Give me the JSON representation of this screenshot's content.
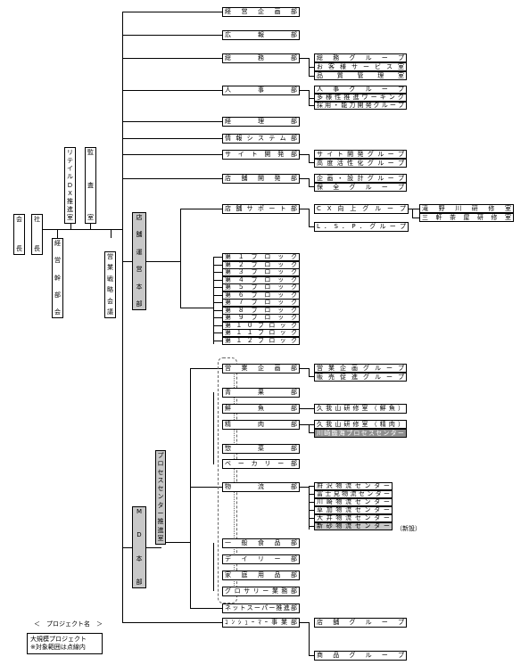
{
  "nodes": {
    "kaicho": "会長",
    "shacho": "社長",
    "retail_dx": "リテイルDX推進室",
    "kansa": "監査室",
    "keiei_kanbu": "経営幹部会",
    "eigyo_senryaku": "営業戦略会議",
    "tenpo_unei": "店舗運営本部",
    "md": "MD本部",
    "process_center": "プロセスセンター推進室",
    "keiei_kikaku": "経営企画部",
    "kouhou": "広報部",
    "soumu": "総務部",
    "soumu_group": "総務グループ",
    "okyakusama": "お客様サービス室",
    "hinshitsu": "品質管理室",
    "jinji": "人事部",
    "jinji_group": "人事グループ",
    "tayousei": "多様性推進ワーキング",
    "saiyou": "採用・能力開発グループ",
    "keiri": "経理部",
    "jouhou": "情報システム部",
    "site_kaihatsu": "サイト開発部",
    "site_group": "サイト開発グループ",
    "koudo": "高度活性化グループ",
    "tenpo_kaihatsu": "店舗開発部",
    "kikaku_sekkei": "企画・設計グループ",
    "hozen": "保全グループ",
    "tenpo_support": "店舗サポート部",
    "cx": "CX向上グループ",
    "lsp": "L．S．P．グループ",
    "takino": "滝野川研修室",
    "sangenjaya": "三軒茶屋研修室",
    "block": [
      "第１ブロック",
      "第２ブロック",
      "第３ブロック",
      "第４ブロック",
      "第５ブロック",
      "第６ブロック",
      "第７ブロック",
      "第８ブロック",
      "第９ブロック",
      "第１０ブロック",
      "第１１ブロック",
      "第１２ブロック"
    ],
    "eigyo_kikaku": "営業企画部",
    "eigyo_kikaku_group": "営業企画グループ",
    "hanbai": "販売促進グループ",
    "seika": "青果部",
    "sengyo": "鮮魚部",
    "kugayama_sengyo": "久我山研修室（鮮魚）",
    "seiniku": "精肉部",
    "kugayama_seiniku": "久我山研修室（精肉）",
    "kawasaki_pc": "川崎臨海プロセスセンター",
    "souzai": "惣菜部",
    "bakery": "ベーカリー部",
    "butsuryu": "物流部",
    "dc": [
      "府沢物流センター",
      "富士見物流センター",
      "川崎物流センター",
      "草加物流センター",
      "大井物流センター",
      "新砂物流センター"
    ],
    "shinsetsu": "（新設）",
    "ippan": "一般食品部",
    "daily": "デイリー部",
    "katei": "家庭用品部",
    "grocery": "グロサリー業務部",
    "netsuper": "ネットスーパー推進部",
    "consumer": "ｺﾝｼｭｰﾏｰ事業部",
    "tenpo_g": "店舗グループ",
    "shouhin_g": "商品グループ"
  },
  "legend": {
    "title": "＜　プロジェクト名　＞",
    "line1": "大規模プロジェクト",
    "line2": "※対象範囲は点線内"
  }
}
